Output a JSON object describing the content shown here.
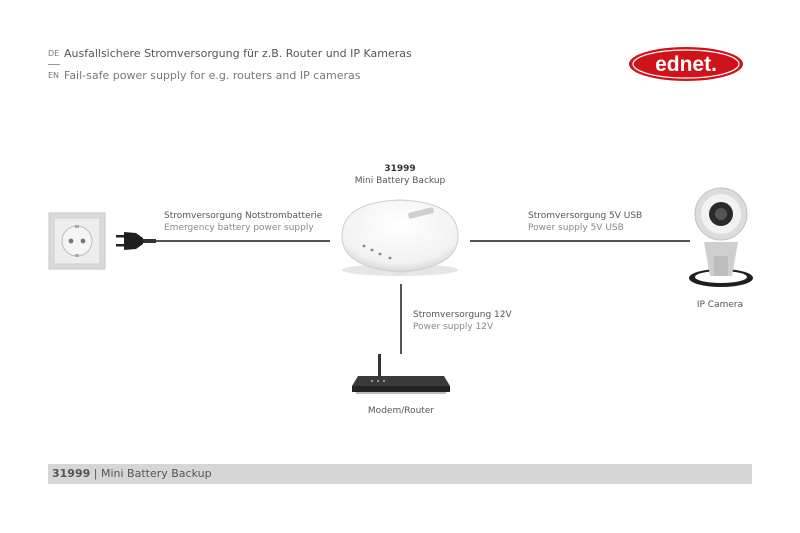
{
  "header": {
    "de_code": "DE",
    "de_text": "Ausfallsichere Stromversorgung für z.B. Router und IP Kameras",
    "en_code": "EN",
    "en_text": "Fail-safe power supply for e.g. routers and IP cameras"
  },
  "logo": {
    "text": "ednet.",
    "color": "#d0121b"
  },
  "device": {
    "number": "31999",
    "name": "Mini Battery Backup"
  },
  "connections": {
    "left": {
      "de": "Stromversorgung Notstrombatterie",
      "en": "Emergency battery power supply"
    },
    "right": {
      "de": "Stromversorgung 5V USB",
      "en": "Power supply 5V USB"
    },
    "bottom": {
      "de": "Stromversorgung 12V",
      "en": "Power supply 12V"
    }
  },
  "devices": {
    "camera": "IP Camera",
    "router": "Modem/Router"
  },
  "footer": {
    "number": "31999",
    "separator": " | ",
    "name": "Mini Battery Backup"
  }
}
